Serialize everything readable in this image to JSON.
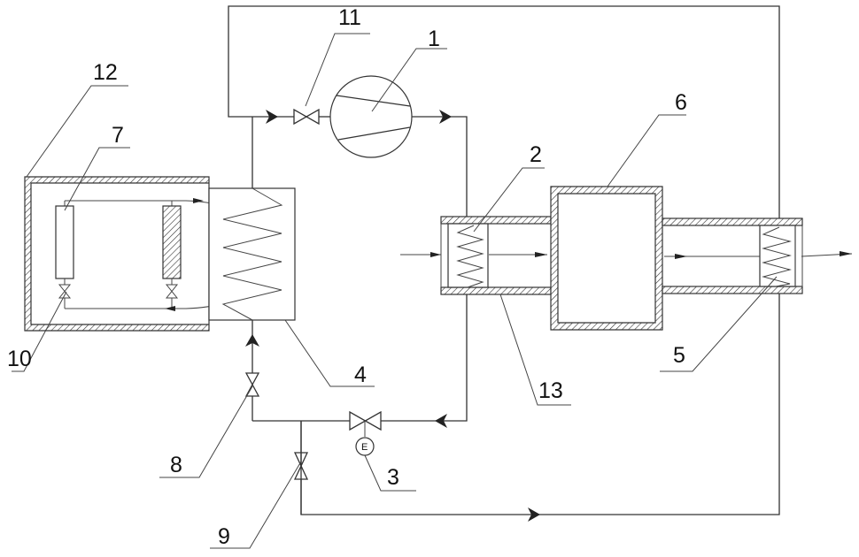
{
  "labels": {
    "compressor": "1",
    "indoor_coil": "2",
    "expansion_valve": "3",
    "plate_exchanger": "4",
    "outdoor_coil": "5",
    "chamber": "6",
    "battery": "7",
    "valve_8": "8",
    "valve_9": "9",
    "valve_10": "10",
    "valve_11": "11",
    "battery_box": "12",
    "duct": "13"
  },
  "expansion_valve_symbol": "E"
}
